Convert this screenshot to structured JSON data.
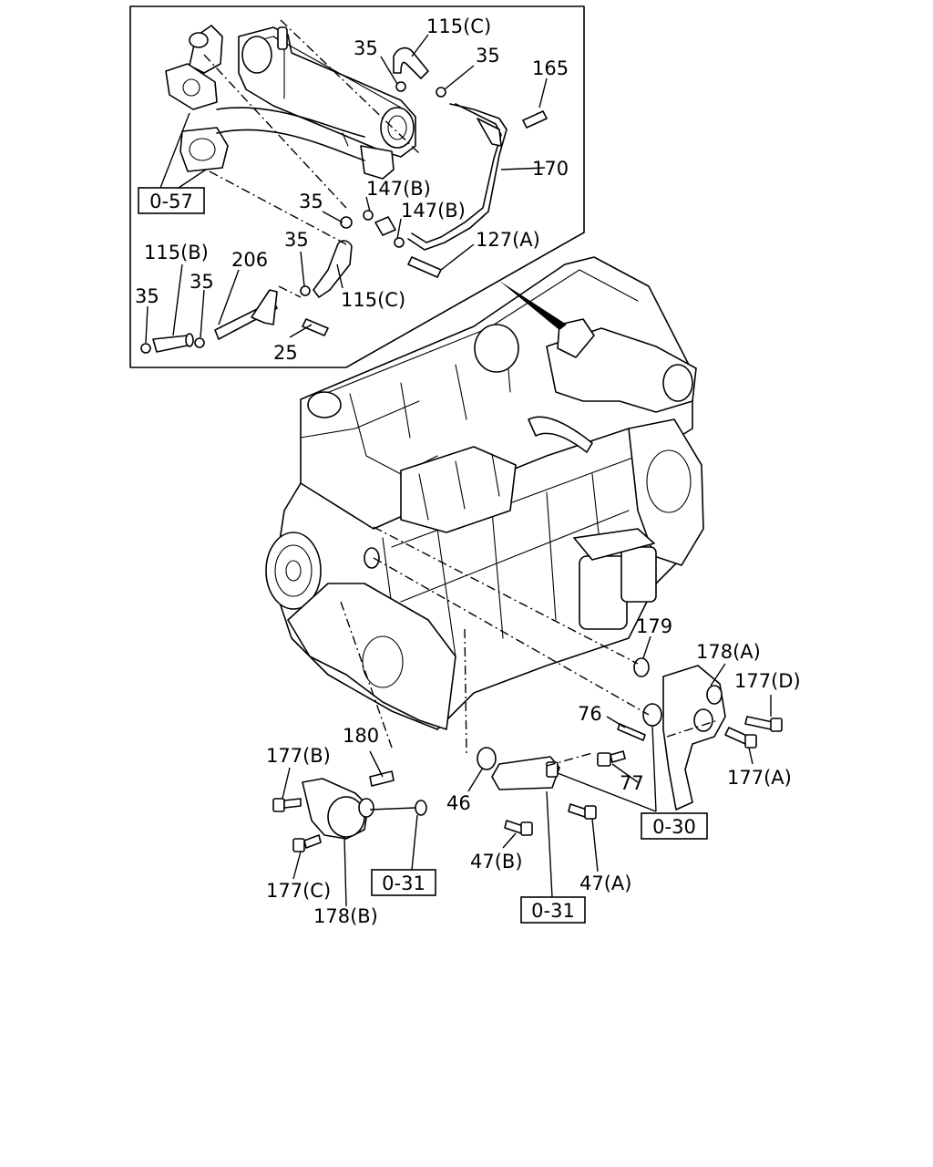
{
  "diagram": {
    "callouts": [
      {
        "id": "c-115c-top",
        "text": "115(C)"
      },
      {
        "id": "c-35-a",
        "text": "35"
      },
      {
        "id": "c-35-b",
        "text": "35"
      },
      {
        "id": "c-165",
        "text": "165"
      },
      {
        "id": "c-170",
        "text": "170"
      },
      {
        "id": "c-147b-a",
        "text": "147(B)"
      },
      {
        "id": "c-35-c",
        "text": "35"
      },
      {
        "id": "c-147b-b",
        "text": "147(B)"
      },
      {
        "id": "c-127a",
        "text": "127(A)"
      },
      {
        "id": "c-115b",
        "text": "115(B)"
      },
      {
        "id": "c-206",
        "text": "206"
      },
      {
        "id": "c-35-d",
        "text": "35"
      },
      {
        "id": "c-35-e",
        "text": "35"
      },
      {
        "id": "c-35-f",
        "text": "35"
      },
      {
        "id": "c-115c-mid",
        "text": "115(C)"
      },
      {
        "id": "c-25",
        "text": "25"
      },
      {
        "id": "c-179",
        "text": "179"
      },
      {
        "id": "c-178a",
        "text": "178(A)"
      },
      {
        "id": "c-177d",
        "text": "177(D)"
      },
      {
        "id": "c-76",
        "text": "76"
      },
      {
        "id": "c-77",
        "text": "77"
      },
      {
        "id": "c-177a",
        "text": "177(A)"
      },
      {
        "id": "c-180",
        "text": "180"
      },
      {
        "id": "c-177b",
        "text": "177(B)"
      },
      {
        "id": "c-46",
        "text": "46"
      },
      {
        "id": "c-47b",
        "text": "47(B)"
      },
      {
        "id": "c-47a",
        "text": "47(A)"
      },
      {
        "id": "c-177c",
        "text": "177(C)"
      },
      {
        "id": "c-178b",
        "text": "178(B)"
      }
    ],
    "refs": [
      {
        "id": "r-057",
        "text": "0-57"
      },
      {
        "id": "r-030",
        "text": "0-30"
      },
      {
        "id": "r-031-a",
        "text": "0-31"
      },
      {
        "id": "r-031-b",
        "text": "0-31"
      }
    ]
  }
}
